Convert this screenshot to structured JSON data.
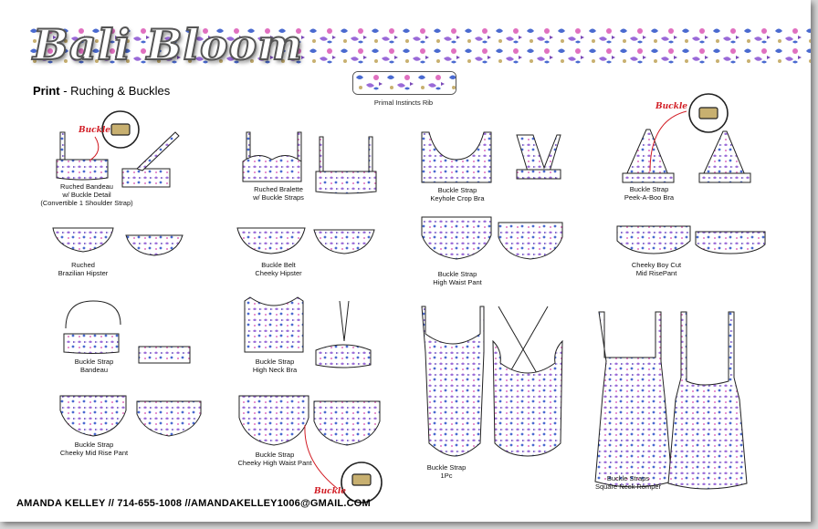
{
  "brand": "Bali Bloom",
  "subtitle": {
    "bold": "Print",
    "rest": " - Ruching & Buckles"
  },
  "print_name": "Primal  Instincts Rib",
  "callout": "Buckle",
  "styles": [
    {
      "line1": "Ruched Bandeau",
      "line2": "w/ Buckle Detail",
      "line3": "(Convertible 1 Shoulder Strap)"
    },
    {
      "line1": "Ruched Bralette",
      "line2": "w/ Buckle Straps"
    },
    {
      "line1": "Buckle Strap",
      "line2": "Keyhole Crop Bra"
    },
    {
      "line1": "Buckle Strap",
      "line2": "Peek-A-Boo Bra"
    },
    {
      "line1": "Ruched",
      "line2": "Brazilian Hipster"
    },
    {
      "line1": "Buckle Belt",
      "line2": "Cheeky Hipster"
    },
    {
      "line1": "Buckle Strap",
      "line2": "High Waist Pant"
    },
    {
      "line1": "Cheeky Boy Cut",
      "line2": "Mid RisePant"
    },
    {
      "line1": "Buckle Strap",
      "line2": "Bandeau"
    },
    {
      "line1": "Buckle Strap",
      "line2": "High Neck Bra"
    },
    {
      "line1": "Buckle Strap",
      "line2": "1Pc"
    },
    {
      "line1": "Buckle Straps",
      "line2": "Square Neck Romper"
    },
    {
      "line1": "Buckle Strap",
      "line2": "Cheeky Mid Rise Pant"
    },
    {
      "line1": "Buckle Strap",
      "line2": "Cheeky High Waist Pant"
    }
  ],
  "footer": "AMANDA KELLEY // 714-655-1008 //AMANDAKELLEY1006@GMAIL.COM",
  "colors": {
    "print_purple": "#9a6ad8",
    "print_blue": "#4a6ad0",
    "print_pink": "#e070c0",
    "callout_red": "#d21d25"
  }
}
